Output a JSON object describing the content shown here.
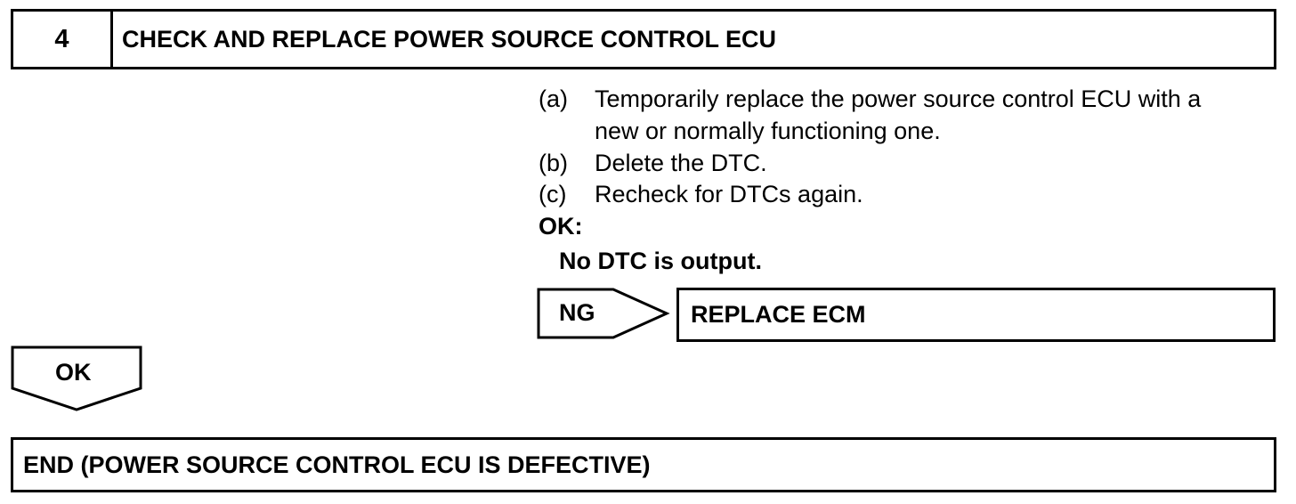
{
  "step": {
    "number": "4",
    "title": "CHECK AND REPLACE POWER SOURCE CONTROL ECU"
  },
  "instructions": [
    {
      "label": "(a)",
      "text": "Temporarily replace the power source control ECU with a",
      "continuation": "new or normally functioning one."
    },
    {
      "label": "(b)",
      "text": "Delete the DTC."
    },
    {
      "label": "(c)",
      "text": "Recheck for DTCs again."
    }
  ],
  "result": {
    "ok_label": "OK:",
    "ok_criterion": "No DTC is output."
  },
  "ng_branch": {
    "arrow_label": "NG",
    "action": "REPLACE ECM"
  },
  "ok_branch": {
    "arrow_label": "OK"
  },
  "end": {
    "text": "END (POWER SOURCE CONTROL ECU IS DEFECTIVE)"
  }
}
